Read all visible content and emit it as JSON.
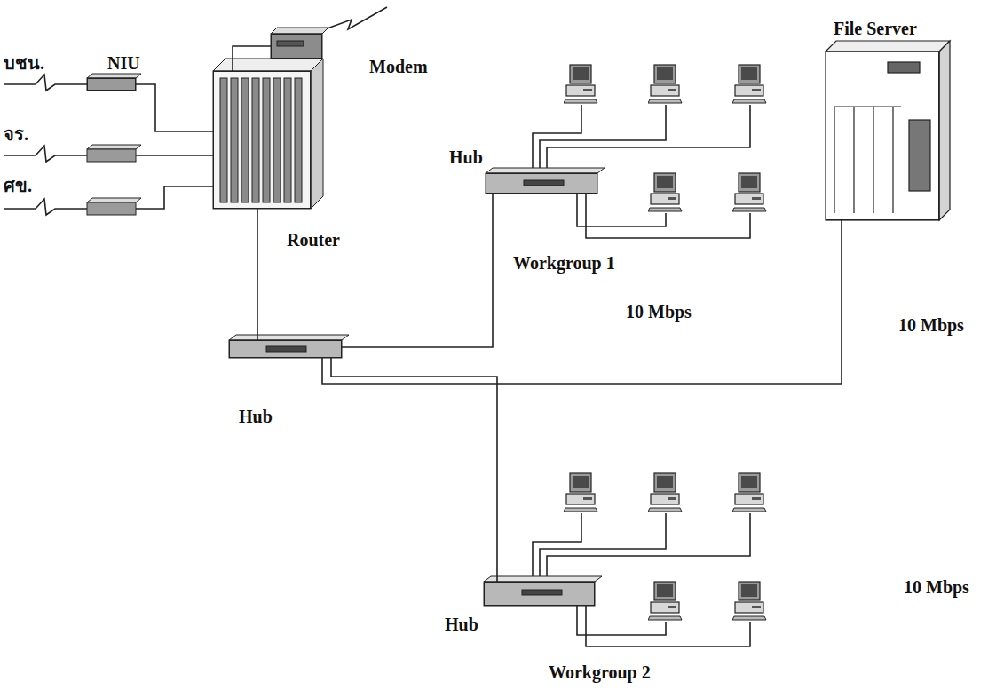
{
  "diagram": {
    "nodes": [
      {
        "text": [
          "Modem"
        ]
      },
      {
        "text": [
          "NIU"
        ]
      },
      {
        "text": [
          "Router"
        ]
      },
      {
        "text": [
          "Hub"
        ]
      },
      {
        "text": [
          "File Server"
        ]
      },
      {
        "text": [
          "Hub"
        ]
      },
      {
        "text": [
          "Hub"
        ]
      }
    ],
    "edges": [
      {
        "from": 2,
        "to": 0,
        "arrow": "none"
      },
      {
        "from": 1,
        "to": 2,
        "arrow": "none"
      },
      {
        "from": 2,
        "to": 5,
        "arrow": "none"
      },
      {
        "from": 5,
        "to": 3,
        "arrow": "none"
      },
      {
        "from": 5,
        "to": 4,
        "arrow": "none"
      },
      {
        "from": 5,
        "to": 6,
        "arrow": "none"
      }
    ],
    "labels": [
      "บชน.",
      "จร.",
      "ศข.",
      "Workgroup 1",
      "10 Mbps",
      "10 Mbps",
      "10 Mbps",
      "Workgroup 2"
    ]
  }
}
